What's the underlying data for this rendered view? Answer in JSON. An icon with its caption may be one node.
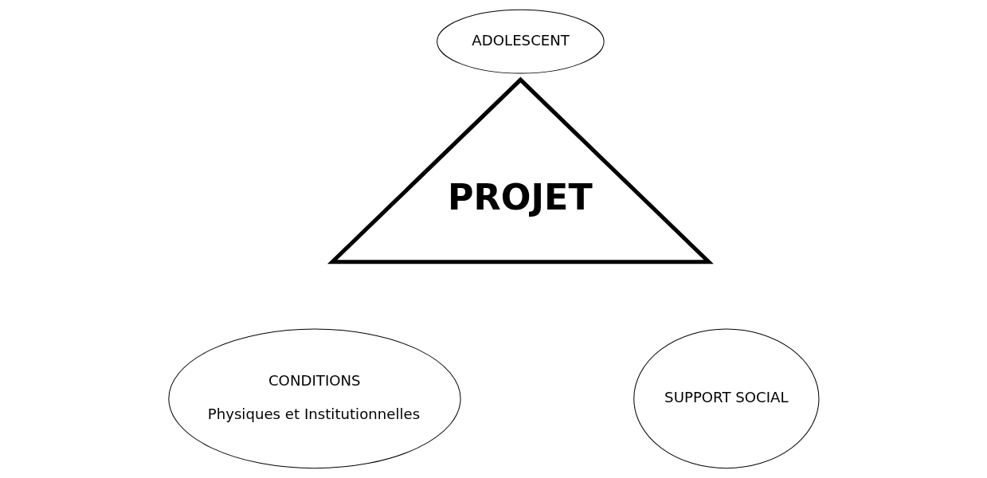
{
  "diagram": {
    "nodes": [
      {
        "text": [
          "ADOLESCENT"
        ]
      },
      {
        "text": [
          "PROJET"
        ]
      },
      {
        "text": [
          "CONDITIONS",
          "Physiques et Institutionnelles"
        ]
      },
      {
        "text": [
          "SUPPORT SOCIAL"
        ]
      }
    ]
  }
}
